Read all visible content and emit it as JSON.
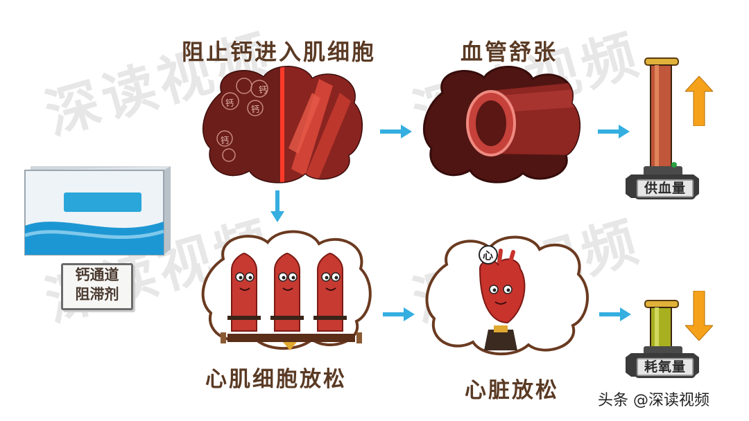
{
  "watermark": "深读视频",
  "credit": "头条 @深读视频",
  "drug_label": [
    "钙通道",
    "阻滞剂"
  ],
  "titles": {
    "block_calcium": "阻止钙进入肌细胞",
    "vessel_dilate": "血管舒张",
    "myocyte_relax": "心肌细胞放松",
    "heart_relax": "心脏放松"
  },
  "calcium_glyph": "钙",
  "heart_glyph": "心",
  "gauges": {
    "supply": {
      "label": "供血量",
      "direction": "up"
    },
    "oxygen": {
      "label": "耗氧量",
      "direction": "down"
    }
  },
  "colors": {
    "arrow": "#35aee0",
    "gauge_arrow": "#f5a21a",
    "cloud_dark": "#5a1714",
    "cloud_light_border": "#6a3a20",
    "title": "#5a3a24"
  }
}
